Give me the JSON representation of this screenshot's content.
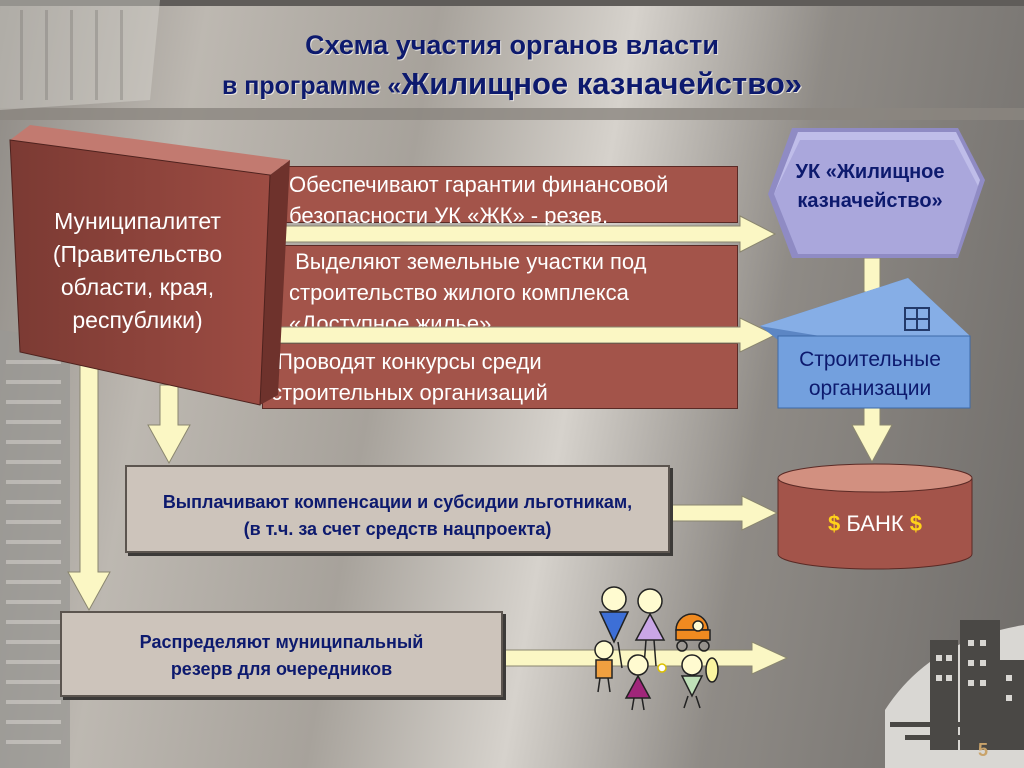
{
  "title": {
    "line1": "Схема участия органов власти",
    "line2_prefix": "в программе «",
    "line2_main": "Жилищное казначейство",
    "line2_suffix": "»"
  },
  "municipality": {
    "line1": "Муниципалитет",
    "line2": "(Правительство",
    "line3": "области, края,",
    "line4": "республики)"
  },
  "functions": {
    "guarantees": {
      "line1": "Обеспечивают гарантии финансовой",
      "line2": "безопасности УК «ЖК» - резев."
    },
    "land": {
      "line1": " Выделяют земельные участки под",
      "line2": "строительство жилого комплекса",
      "line3": "«Доступное жилье»"
    },
    "contests": {
      "line1": " Проводят конкурсы среди",
      "line2": "строительных организаций"
    },
    "compensation": {
      "line1": "Выплачивают компенсации и субсидии льготникам,",
      "line2": "(в т.ч. за счет средств нацпроекта)"
    },
    "reserve": {
      "line1": "Распределяют муниципальный",
      "line2": "резерв для очередников"
    }
  },
  "uk": {
    "line1": "УК «Жилищное",
    "line2": "казначейство»"
  },
  "builders": {
    "line1": "Строительные",
    "line2": "организации"
  },
  "bank": {
    "dollar": "$",
    "label": " БАНК "
  },
  "page_number": "5",
  "colors": {
    "title": "#0d1a6e",
    "municipality_box": "#a3544a",
    "function_box": "#a3544a",
    "info_box": "#cdc4bb",
    "uk_shape": "#a9a6d8",
    "builders_shape": "#6f9ad6",
    "bank_cylinder": "#a3544a",
    "arrow_fill": "#fbf7c4"
  },
  "icons": [
    "skyscraper-background",
    "city-logo-icon",
    "family-figures-icon",
    "stroller-icon",
    "window-icon"
  ]
}
